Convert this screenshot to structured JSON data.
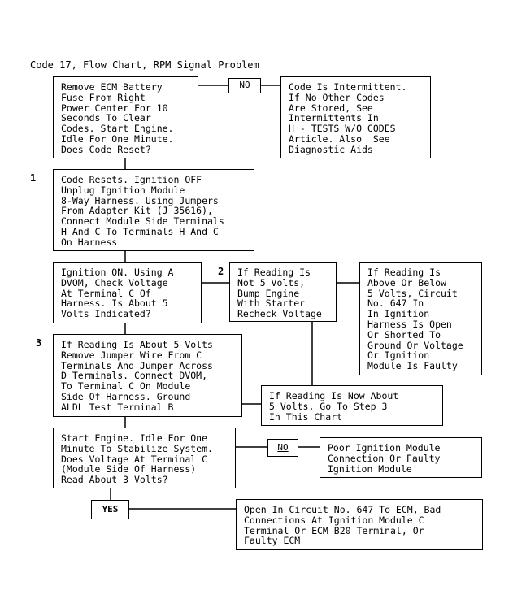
{
  "title": "Code 17, Flow Chart, RPM Signal Problem",
  "boxes": {
    "start": "Remove ECM Battery\nFuse From Right\nPower Center For 10\nSeconds To Clear\nCodes. Start Engine.\nIdle For One Minute.\nDoes Code Reset?",
    "intermittent": "Code Is Intermittent.\nIf No Other Codes\nAre Stored, See\nIntermittents In\nH - TESTS W/O CODES\nArticle. Also  See\nDiagnostic Aids",
    "step1": "Code Resets. Ignition OFF\nUnplug Ignition Module\n8-Way Harness. Using Jumpers\nFrom Adapter Kit (J 35616),\nConnect Module Side Terminals\nH And C To Terminals H And C\nOn Harness",
    "check_voltage": "Ignition ON. Using A\nDVOM, Check Voltage\nAt Terminal C Of\nHarness. Is About 5\nVolts Indicated?",
    "step2": "If Reading Is\nNot 5 Volts,\nBump Engine\nWith Starter\nRecheck Voltage",
    "circuit_open": "If Reading Is\nAbove Or Below\n5 Volts, Circuit\nNo. 647 In\nIn Ignition\nHarness Is Open\nOr Shorted To\nGround Or Voltage\nOr Ignition\nModule Is Faulty",
    "step3": "If Reading Is About 5 Volts\nRemove Jumper Wire From C\nTerminals And Jumper Across\nD Terminals. Connect DVOM,\nTo Terminal C On Module\nSide Of Harness. Ground\nALDL Test Terminal B",
    "now5": "If Reading Is Now About\n5 Volts, Go To Step 3\nIn This Chart",
    "start_engine": "Start Engine. Idle For One\nMinute To Stabilize System.\nDoes Voltage At Terminal C\n(Module Side Of Harness)\nRead About 3 Volts?",
    "poor_module": "Poor Ignition Module\nConnection Or Faulty\nIgnition Module",
    "open_circuit": "Open In Circuit No. 647 To ECM, Bad\nConnections At Ignition Module C\nTerminal Or ECM B20 Terminal, Or\nFaulty ECM"
  },
  "labels": {
    "no1": "NO",
    "no2": "NO",
    "yes": "YES"
  },
  "step_numbers": {
    "one": "1",
    "two": "2",
    "three": "3"
  }
}
